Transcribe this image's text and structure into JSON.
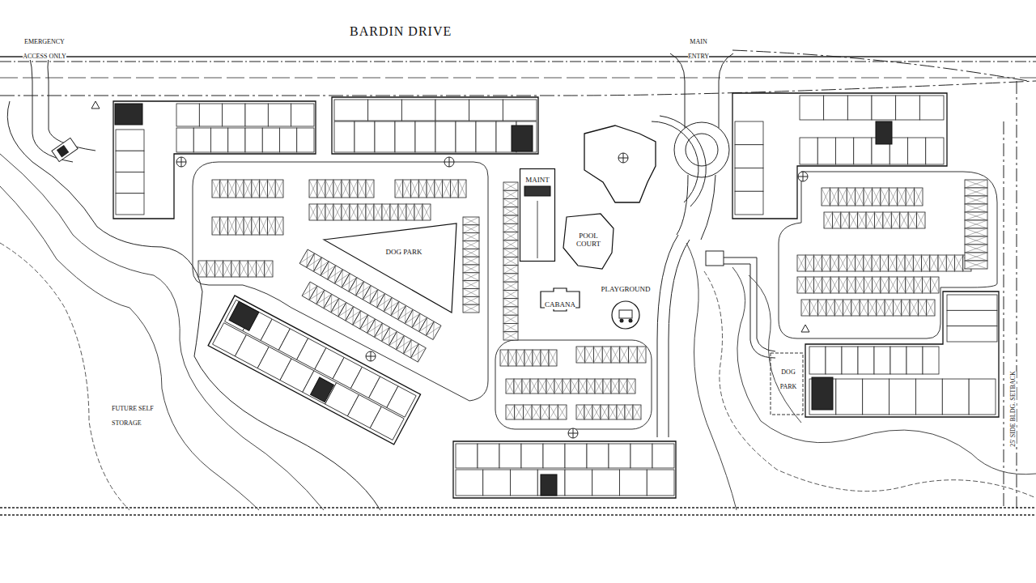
{
  "diagram": {
    "nodes": [
      {
        "text": [
          "MAINT"
        ]
      },
      {
        "text": [
          "POOL COURT"
        ]
      },
      {
        "text": [
          "DOG PARK"
        ]
      },
      {
        "text": [
          "PLAYGROUND"
        ]
      },
      {
        "text": [
          "CABANA"
        ]
      }
    ],
    "labels": [
      "BARDIN DRIVE",
      "EMERGENCY ACCESS ONLY",
      "MAIN ENTRY",
      "FUTURE SELF STORAGE",
      "DOG PARK",
      "25' SIDE BLDG. SETBACK"
    ]
  }
}
